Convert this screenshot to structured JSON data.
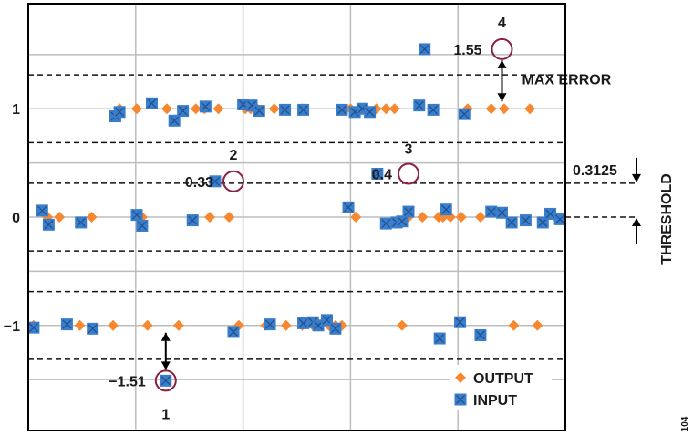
{
  "chart_data": {
    "type": "scatter",
    "yticks": [
      {
        "value": 1,
        "label": "1"
      },
      {
        "value": 0,
        "label": "0"
      },
      {
        "value": -1,
        "label": "−1"
      }
    ],
    "ylim": [
      -1.97,
      1.97
    ],
    "xlim": [
      0,
      50
    ],
    "grid": true,
    "grid_minor_y": [
      -1.5,
      -0.5,
      0.5,
      1.5
    ],
    "thresholds": [
      1.3125,
      0.6875,
      0.3125,
      -0.3125,
      -0.6875,
      -1.3125
    ],
    "legend": {
      "position": "bottom-right",
      "entries": [
        {
          "name": "OUTPUT",
          "color": "#F7882F",
          "marker": "diamond"
        },
        {
          "name": "INPUT",
          "color": "#3A7DC9",
          "marker": "square-x"
        }
      ]
    },
    "series": [
      {
        "name": "OUTPUT",
        "color": "#F7882F",
        "x": [
          0.5,
          1.8,
          2.9,
          4.8,
          5.9,
          7.9,
          8.5,
          10.1,
          10.6,
          11.1,
          12.9,
          14.0,
          15.6,
          16.4,
          16.9,
          17.7,
          18.7,
          19.6,
          20.2,
          20.7,
          21.3,
          22.1,
          22.9,
          24.0,
          25.5,
          25.5,
          26.5,
          27.0,
          28.0,
          28.6,
          29.2,
          30.0,
          30.5,
          31.1,
          32.4,
          33.3,
          34.1,
          34.8,
          35.4,
          36.7,
          38.2,
          38.6,
          39.3,
          40.3,
          40.9,
          42.1,
          43.1,
          44.3,
          45.2,
          46.7,
          47.4,
          49.1
        ],
        "y": [
          -1,
          0,
          0,
          -1,
          0,
          -1,
          1,
          1,
          0,
          -1,
          1,
          -1,
          1,
          1,
          0,
          1,
          0,
          -1,
          1,
          1,
          1,
          -1,
          1,
          -1,
          1,
          -1,
          -1,
          -1,
          -1,
          -1,
          -1,
          1,
          0,
          1,
          1,
          1,
          1,
          -1,
          0,
          0,
          0,
          0,
          0,
          0,
          1,
          0,
          1,
          1,
          -1,
          1,
          -1,
          0
        ],
        "values": [
          -1,
          0,
          0,
          -1,
          0,
          -1,
          1,
          1,
          0,
          -1,
          1,
          -1,
          1,
          1,
          0,
          1,
          0,
          -1,
          1,
          1,
          1,
          -1,
          1,
          -1,
          1,
          -1,
          -1,
          -1,
          -1,
          -1,
          -1,
          1,
          0,
          1,
          1,
          1,
          1,
          -1,
          0,
          0,
          0,
          0,
          0,
          0,
          1,
          0,
          1,
          1,
          -1,
          1,
          -1,
          0
        ]
      },
      {
        "name": "INPUT",
        "color": "#3A7DC9",
        "x": [
          0.5,
          1.3,
          1.9,
          3.6,
          4.9,
          6.0,
          8.1,
          8.5,
          10.1,
          10.6,
          11.5,
          12.8,
          13.6,
          14.4,
          15.3,
          16.5,
          17.4,
          19.1,
          20.0,
          20.8,
          21.5,
          22.5,
          23.9,
          25.6,
          25.6,
          26.5,
          27.0,
          27.8,
          28.6,
          29.2,
          29.8,
          30.4,
          31.1,
          31.8,
          32.5,
          33.3,
          34.3,
          34.8,
          35.4,
          36.4,
          36.9,
          37.7,
          38.3,
          38.9,
          40.2,
          40.6,
          42.1,
          43.1,
          44.1,
          45.0,
          46.3,
          47.9,
          48.6,
          49.5
        ],
        "y": [
          -1.02,
          0.06,
          -0.07,
          -0.99,
          -0.05,
          -1.03,
          0.93,
          0.97,
          0.02,
          -0.08,
          1.05,
          -1.51,
          0.89,
          0.98,
          -0.03,
          1.02,
          0.33,
          -1.06,
          1.04,
          1.03,
          0.98,
          -0.99,
          0.99,
          -0.98,
          0.99,
          -0.97,
          -1.0,
          -0.95,
          -1.03,
          0.99,
          0.09,
          0.97,
          1.0,
          0.97,
          0.4,
          -0.06,
          -0.05,
          -0.04,
          0.05,
          1.03,
          1.55,
          0.99,
          -1.12,
          0.07,
          -0.97,
          0.95,
          -1.09,
          0.05,
          0.04,
          -0.05,
          -0.03,
          -0.05,
          0.03,
          -0.02
        ],
        "values": [
          -1.02,
          0.06,
          -0.07,
          -0.99,
          -0.05,
          -1.03,
          0.93,
          0.97,
          0.02,
          -0.08,
          1.05,
          -1.51,
          0.89,
          0.98,
          -0.03,
          1.02,
          0.33,
          -1.06,
          1.04,
          1.03,
          0.98,
          -0.99,
          0.99,
          -0.98,
          0.99,
          -0.97,
          -1.0,
          -0.95,
          -1.03,
          0.99,
          0.09,
          0.97,
          1.0,
          0.97,
          0.4,
          -0.06,
          -0.05,
          -0.04,
          0.05,
          1.03,
          1.55,
          0.99,
          -1.12,
          0.07,
          -0.97,
          0.95,
          -1.09,
          0.05,
          0.04,
          -0.05,
          -0.03,
          -0.05,
          0.03,
          -0.02
        ]
      }
    ],
    "annotations": {
      "circles": [
        {
          "number": "1",
          "x": 12.8,
          "y": -1.51,
          "value_label": "−1.51"
        },
        {
          "number": "2",
          "x": 19.1,
          "y": 0.33,
          "value_label": "0.33"
        },
        {
          "number": "3",
          "x": 35.4,
          "y": 0.4,
          "value_label": "0.4"
        },
        {
          "number": "4",
          "x": 44.1,
          "y": 1.55,
          "value_label": "1.55"
        }
      ],
      "max_error_label": "MAX ERROR",
      "threshold_value_label": "0.3125",
      "threshold_label": "THRESHOLD",
      "figure_number": "104"
    }
  }
}
